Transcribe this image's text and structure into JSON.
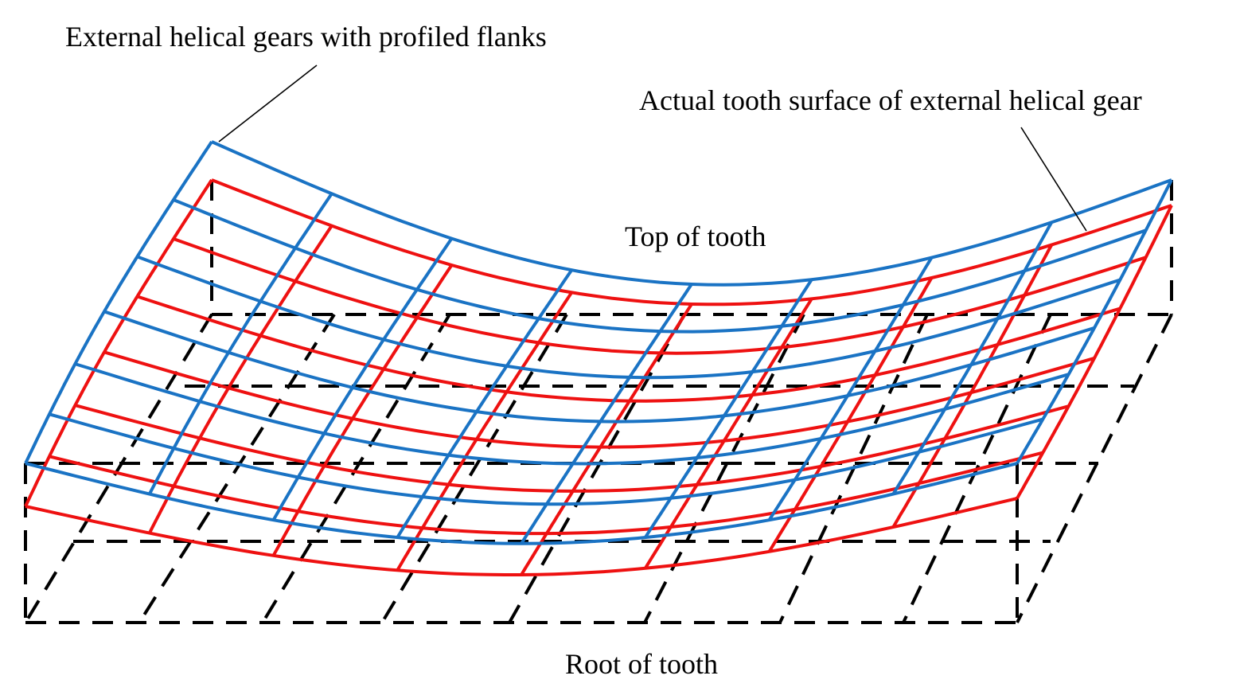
{
  "labels": {
    "external_gear": "External helical gears with profiled flanks",
    "actual_surface": "Actual tooth surface of external helical gear",
    "top_of_tooth": "Top of tooth",
    "root_of_tooth": "Root of tooth"
  },
  "colors": {
    "profiled_surface": "#1a73c4",
    "actual_surface": "#ee1111",
    "reference_box": "#000000",
    "leader_line": "#000000"
  }
}
